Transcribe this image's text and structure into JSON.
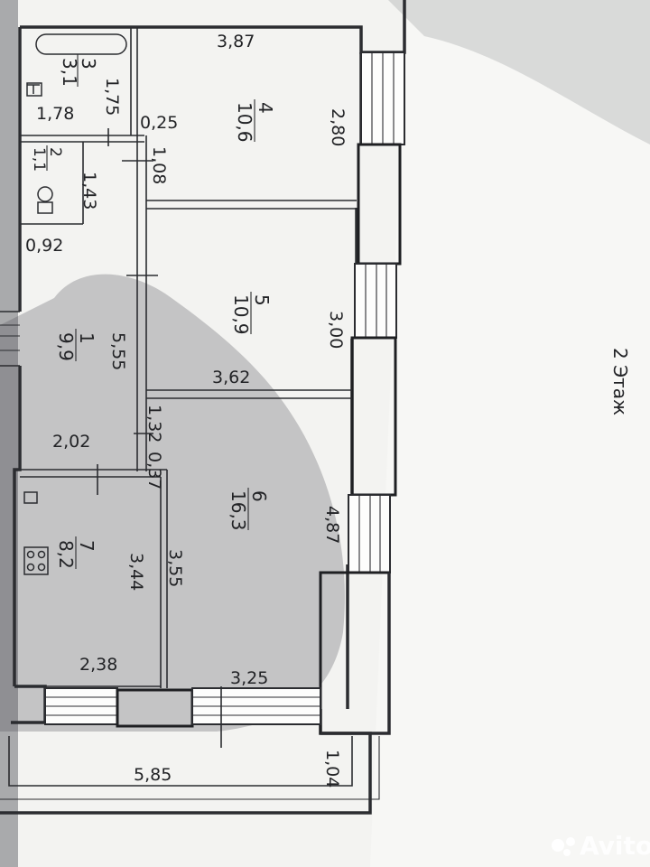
{
  "floor_label": "2 Этаж",
  "rooms": [
    {
      "id": "1",
      "number": "1",
      "area": "9,9"
    },
    {
      "id": "2",
      "number": "2",
      "area": "1,1"
    },
    {
      "id": "3",
      "number": "3",
      "area": "3,1"
    },
    {
      "id": "4",
      "number": "4",
      "area": "10,6"
    },
    {
      "id": "5",
      "number": "5",
      "area": "10,9"
    },
    {
      "id": "6",
      "number": "6",
      "area": "16,3"
    },
    {
      "id": "7",
      "number": "7",
      "area": "8,2"
    }
  ],
  "dimensions": {
    "d387": "3,87",
    "d280": "2,80",
    "d175": "1,75",
    "d178": "1,78",
    "d025": "0,25",
    "d108": "1,08",
    "d143": "1,43",
    "d092": "0,92",
    "d300": "3,00",
    "d362": "3,62",
    "d555": "5,55",
    "d132": "1,32",
    "d037": "0,37",
    "d202": "2,02",
    "d487": "4,87",
    "d344": "3,44",
    "d355": "3,55",
    "d238": "2,38",
    "d325": "3,25",
    "d585": "5,85",
    "d104": "1,04"
  },
  "watermark": "Avito"
}
